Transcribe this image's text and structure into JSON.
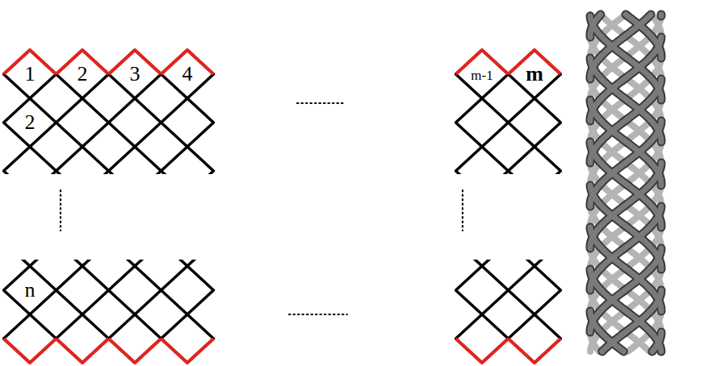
{
  "diagram": {
    "labels": [
      "1",
      "2",
      "3",
      "4",
      "m-1",
      "m",
      "2",
      "n"
    ]
  }
}
